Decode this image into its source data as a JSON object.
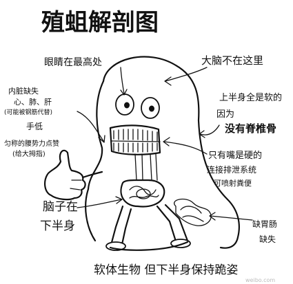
{
  "title": "殖蛆解剖图",
  "labels": {
    "eyes": "眼睛在最高处",
    "brain_not_here": "大脑不在这里",
    "organs_title": "内脏缺失",
    "organs_list": "心、肺、肝",
    "organs_note": "(可能被钢筋代替)",
    "hand": "手低",
    "hand_note_1": "匀称的腰势力点赞",
    "hand_note_2": "(给大拇指)",
    "soft_body_1": "上半身全是软的",
    "soft_body_2": "因为",
    "no_spine": "没有脊椎骨",
    "hard_mouth_1": "只有嘴是硬的",
    "hard_mouth_2": "连接排泄系统",
    "hard_mouth_3": "可喷射粪便",
    "brain_location_1": "脑子在",
    "brain_location_2": "下半身",
    "no_stomach_1": "缺胃肠",
    "no_stomach_2": "缺失",
    "bottom_caption": "软体生物  但下半身保持跪姿"
  },
  "watermark": "weibo.com",
  "colors": {
    "ink": "#111111",
    "paper": "#ffffff"
  }
}
